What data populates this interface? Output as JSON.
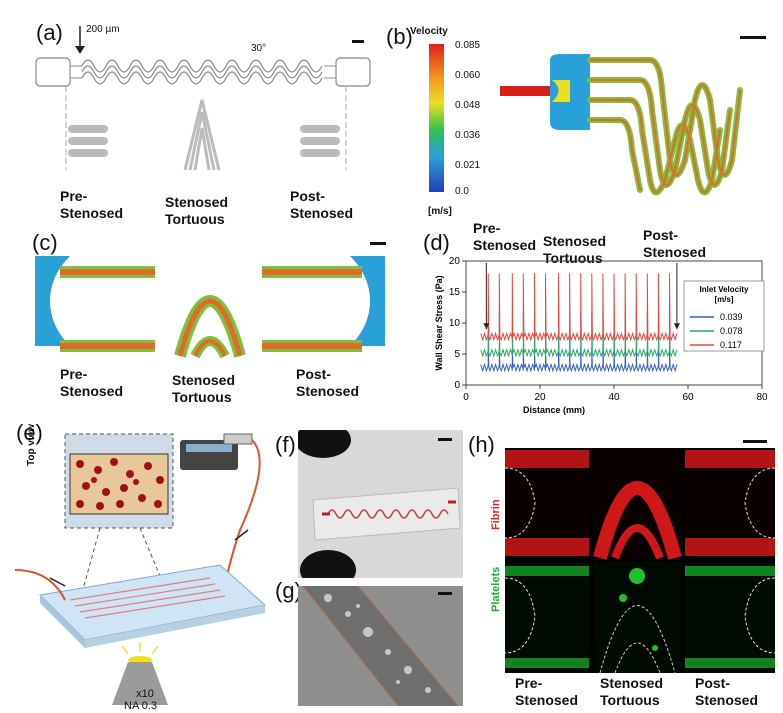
{
  "panels": {
    "a": {
      "label": "(a)",
      "scale_text": "200 µm",
      "angle_text": "30°",
      "captions": [
        [
          "Pre-",
          "Stenosed"
        ],
        [
          "Stenosed",
          "Tortuous"
        ],
        [
          "Post-",
          "Stenosed"
        ]
      ]
    },
    "b": {
      "label": "(b)",
      "legend_title": "Velocity",
      "legend_unit": "[m/s]",
      "legend_ticks": [
        "0.085",
        "0.060",
        "0.048",
        "0.036",
        "0.021",
        "0.0"
      ]
    },
    "c": {
      "label": "(c)",
      "captions": [
        [
          "Pre-",
          "Stenosed"
        ],
        [
          "Stenosed",
          "Tortuous"
        ],
        [
          "Post-",
          "Stenosed"
        ]
      ]
    },
    "d": {
      "label": "(d)",
      "annotations": [
        [
          "Pre-",
          "Stenosed"
        ],
        [
          "Stenosed",
          "Tortuous"
        ],
        [
          "Post-",
          "Stenosed"
        ]
      ]
    },
    "e": {
      "label": "(e)",
      "top_view": "Top view",
      "objective_line1": "x10",
      "objective_line2": "NA 0.3"
    },
    "f": {
      "label": "(f)"
    },
    "g": {
      "label": "(g)"
    },
    "h": {
      "label": "(h)",
      "row_labels": [
        "Fibrin",
        "Platelets"
      ],
      "row_colors": [
        "#e0202a",
        "#18b030"
      ],
      "captions": [
        [
          "Pre-",
          "Stenosed"
        ],
        [
          "Stenosed",
          "Tortuous"
        ],
        [
          "Post-",
          "Stenosed"
        ]
      ]
    }
  },
  "chart_data": {
    "type": "line",
    "xlabel": "Distance (mm)",
    "ylabel": "Wall Shear Stress (Pa)",
    "xlim": [
      0,
      80
    ],
    "ylim": [
      0,
      20
    ],
    "xticks": [
      0,
      20,
      40,
      60,
      80
    ],
    "yticks": [
      0,
      5,
      10,
      15,
      20
    ],
    "legend_title": [
      "Inlet Velocity",
      "[m/s]"
    ],
    "legend_placement": "right",
    "series": [
      {
        "name": "0.039",
        "color": "#3a5fc8",
        "baseline": 2.8,
        "peak": 6.0
      },
      {
        "name": "0.078",
        "color": "#2aa86a",
        "baseline": 5.2,
        "peak": 12.0
      },
      {
        "name": "0.117",
        "color": "#ee4444",
        "baseline": 7.8,
        "peak": 18.0
      }
    ],
    "x_start": 4,
    "x_end": 57,
    "peak_positions": [
      6,
      9,
      12.5,
      15.5,
      18.5,
      21.5,
      25,
      28,
      31,
      34,
      37,
      40,
      43,
      46,
      49,
      52,
      55
    ]
  }
}
